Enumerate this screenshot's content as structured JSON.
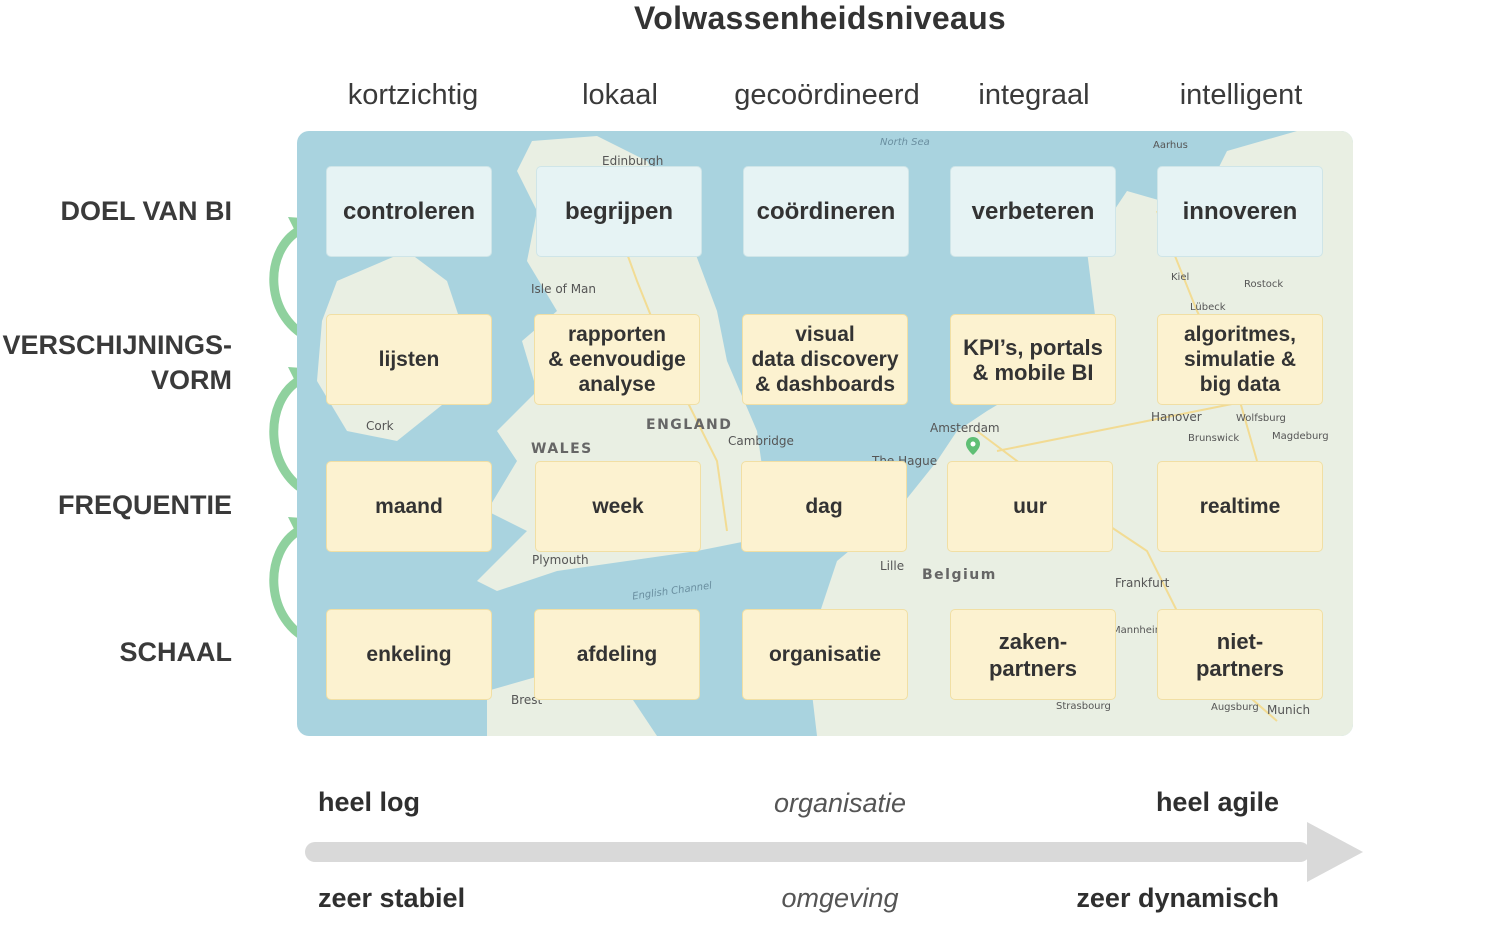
{
  "title": "Volwassenheidsniveaus",
  "levels": [
    "kortzichtig",
    "lokaal",
    "gecoördineerd",
    "integraal",
    "intelligent"
  ],
  "rows": {
    "doel": {
      "label": "DOEL VAN BI",
      "cells": [
        "controleren",
        "begrijpen",
        "coördineren",
        "verbeteren",
        "innoveren"
      ]
    },
    "vorm": {
      "label_line1": "VERSCHIJNINGS-",
      "label_line2": "VORM",
      "cells": [
        "lijsten",
        "rapporten\n& eenvoudige\nanalyse",
        "visual\ndata discovery\n& dashboards",
        "KPI’s, portals\n& mobile BI",
        "algoritmes,\nsimulatie &\nbig data"
      ]
    },
    "frequentie": {
      "label": "FREQUENTIE",
      "cells": [
        "maand",
        "week",
        "dag",
        "uur",
        "realtime"
      ]
    },
    "schaal": {
      "label": "SCHAAL",
      "cells": [
        "enkeling",
        "afdeling",
        "organisatie",
        "zaken-\npartners",
        "niet-\npartners"
      ]
    }
  },
  "axis": {
    "top_left": "heel log",
    "top_center": "organisatie",
    "top_right": "heel agile",
    "bottom_left": "zeer stabiel",
    "bottom_center": "omgeving",
    "bottom_right": "zeer dynamisch"
  },
  "map_labels": {
    "north_sea": "North Sea",
    "edinburgh": "Edinburgh",
    "isle_of_man": "Isle of Man",
    "cork": "Cork",
    "wales": "WALES",
    "england": "ENGLAND",
    "cambridge": "Cambridge",
    "plymouth": "Plymouth",
    "english_channel": "English Channel",
    "brest": "Brest",
    "amsterdam": "Amsterdam",
    "the_hague": "The Hague",
    "belgium": "Belgium",
    "lille": "Lille",
    "frankfurt": "Frankfurt",
    "hanover": "Hanover",
    "wolfsburg": "Wolfsburg",
    "magdeburg": "Magdeburg",
    "brunswick": "Brunswick",
    "kiel": "Kiel",
    "rostock": "Rostock",
    "lubeck": "Lübeck",
    "aarhus": "Aarhus",
    "strasbourg": "Strasbourg",
    "augsburg": "Augsburg",
    "munich": "Munich",
    "mannheim": "Mannheim"
  },
  "colors": {
    "goal_cell": "#e6f3f4",
    "standard_cell": "#fcf2d0",
    "arrow_green": "#8fd19e",
    "axis_arrow": "#d9d9d9",
    "map_water": "#a9d3df",
    "map_land": "#e9efe3"
  }
}
